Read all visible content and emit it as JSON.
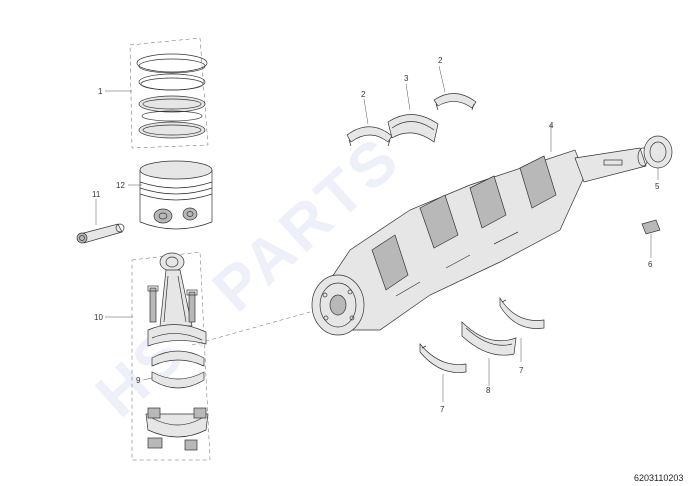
{
  "watermark": {
    "text": "HST PARTS"
  },
  "drawing_id": "6203110203",
  "callouts": {
    "c1": "1",
    "c2a": "2",
    "c2b": "2",
    "c3": "3",
    "c4": "4",
    "c5": "5",
    "c6": "6",
    "c7a": "7",
    "c7b": "7",
    "c8": "8",
    "c9": "9",
    "c10": "10",
    "c11": "11",
    "c12": "12"
  }
}
